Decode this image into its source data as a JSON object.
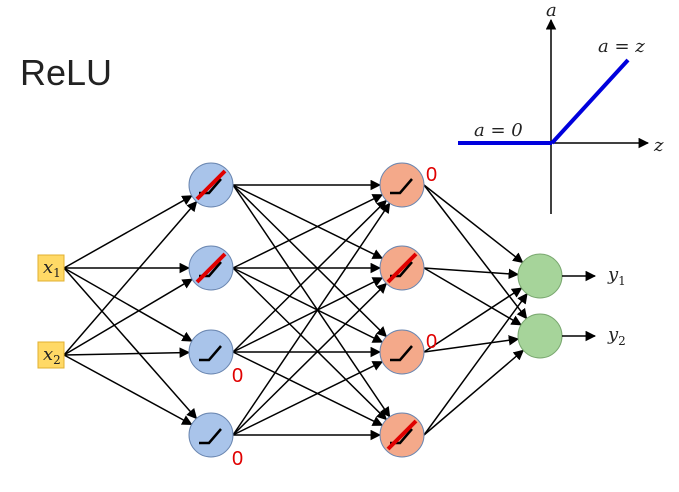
{
  "title": "ReLU",
  "activation_plot": {
    "y_axis_label": "a",
    "x_axis_label": "z",
    "positive_branch_label": "a = z",
    "negative_branch_label": "a = 0",
    "line_color": "#0000dd"
  },
  "inputs": [
    {
      "name": "x",
      "sub": "1"
    },
    {
      "name": "x",
      "sub": "2"
    }
  ],
  "outputs": [
    {
      "name": "y",
      "sub": "1"
    },
    {
      "name": "y",
      "sub": "2"
    }
  ],
  "layers": [
    {
      "color": "#a9c4ea",
      "neurons": [
        {
          "crossed_out": true,
          "zero": ""
        },
        {
          "crossed_out": true,
          "zero": ""
        },
        {
          "crossed_out": false,
          "zero": "0"
        },
        {
          "crossed_out": false,
          "zero": "0"
        }
      ]
    },
    {
      "color": "#f4a98a",
      "neurons": [
        {
          "crossed_out": false,
          "zero": "0"
        },
        {
          "crossed_out": true,
          "zero": ""
        },
        {
          "crossed_out": false,
          "zero": "0"
        },
        {
          "crossed_out": true,
          "zero": ""
        }
      ]
    }
  ],
  "output_color": "#a6d49a",
  "input_color": "#ffd966",
  "zero_color": "#e00000"
}
